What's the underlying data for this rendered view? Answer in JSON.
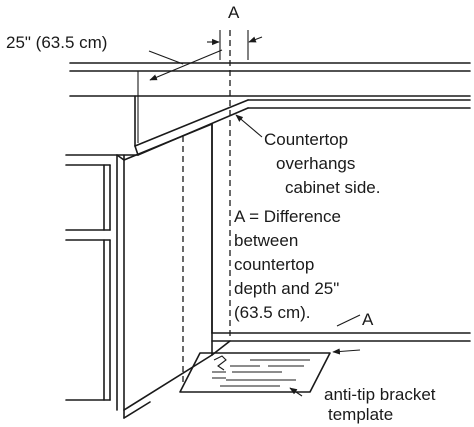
{
  "labels": {
    "dimension": "25\" (63.5 cm)",
    "a_top": "A",
    "a_bottom": "A",
    "overhang": [
      "Countertop",
      "overhangs",
      "cabinet side."
    ],
    "difference": [
      "A = Difference",
      "between",
      "countertop",
      "depth and 25\"",
      "(63.5 cm)."
    ],
    "template": [
      "anti-tip bracket",
      "template"
    ]
  }
}
